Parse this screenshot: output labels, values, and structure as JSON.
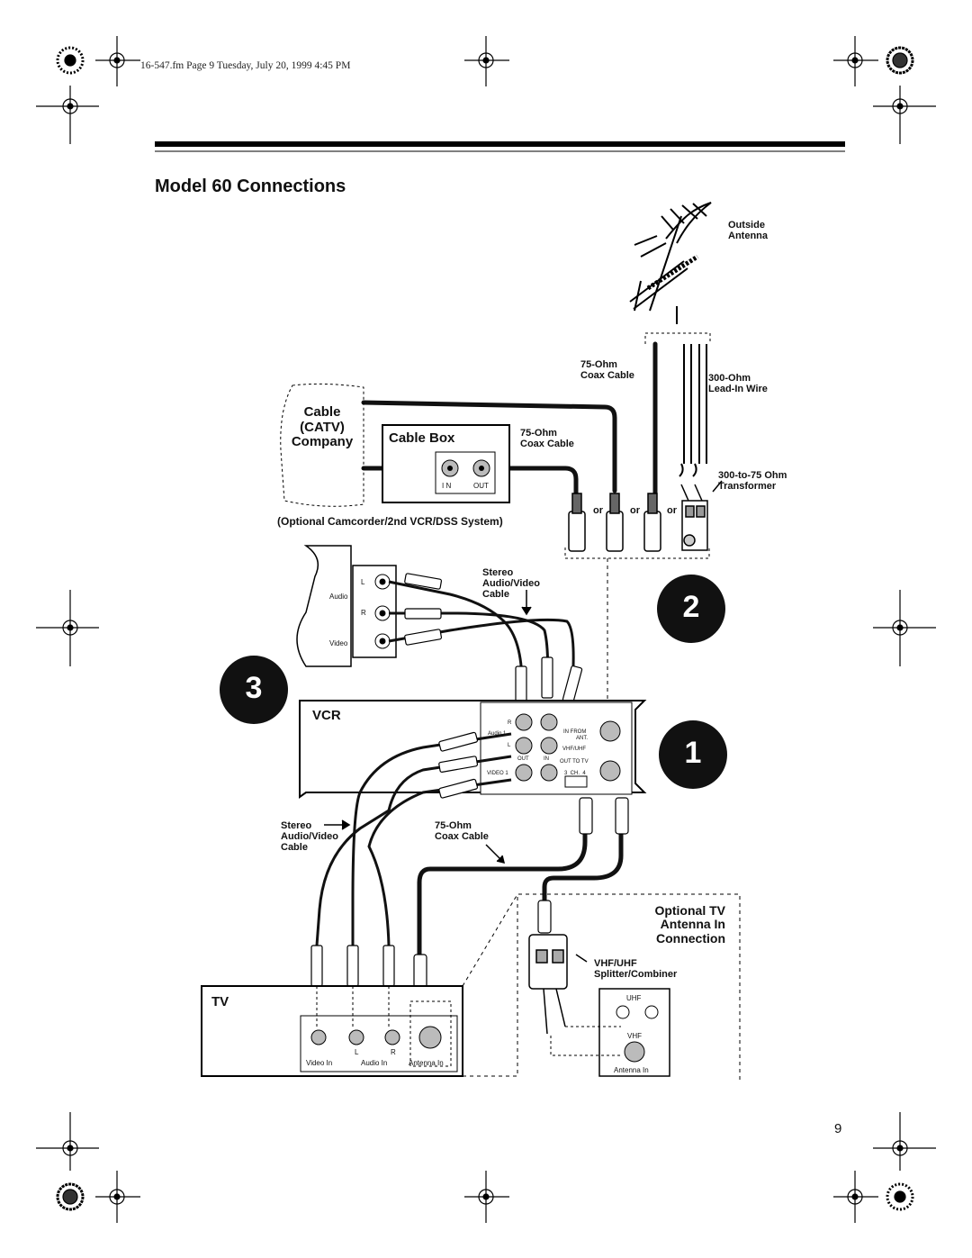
{
  "header": {
    "print_info": "16-547.fm Page 9 Tuesday, July 20, 1999 4:45 PM"
  },
  "title": "Model 60 Connections",
  "page_number": "9",
  "steps": [
    "3",
    "2",
    "1"
  ],
  "labels": {
    "outside_antenna": [
      "Outside",
      "Antenna"
    ],
    "coax_top": [
      "75-Ohm",
      "Coax Cable"
    ],
    "lead_in": [
      "300-Ohm",
      "Lead-In Wire"
    ],
    "cable_company": [
      "Cable",
      "(CATV)",
      "Company"
    ],
    "cable_box": "Cable Box",
    "coax_box": [
      "75-Ohm",
      "Coax Cable"
    ],
    "transformer": [
      "300-to-75 Ohm",
      "Transformer"
    ],
    "box_in": "I N",
    "box_out": "OUT",
    "or": "or",
    "optional_system": "(Optional Camcorder/2nd VCR/DSS System)",
    "cam_audio": "Audio",
    "cam_video": "Video",
    "cam_l": "L",
    "cam_r": "R",
    "stereo_av_top": [
      "Stereo",
      "Audio/Video",
      "Cable"
    ],
    "vcr": "VCR",
    "vcr_r": "R",
    "vcr_l": "L",
    "vcr_audio1": "Audio 1",
    "vcr_video1": "VIDEO 1",
    "vcr_out": "OUT",
    "vcr_in": "IN",
    "vcr_in_from": [
      "IN FROM",
      "ANT."
    ],
    "vcr_vhfuhf": "VHF/UHF",
    "vcr_out_to_tv": "OUT TO TV",
    "vcr_ch": "3  CH.  4",
    "stereo_av_bottom": [
      "Stereo",
      "Audio/Video",
      "Cable"
    ],
    "coax_bottom": [
      "75-Ohm",
      "Coax Cable"
    ],
    "optional_tv": [
      "Optional TV",
      "Antenna In",
      "Connection"
    ],
    "splitter": [
      "VHF/UHF",
      "Splitter/Combiner"
    ],
    "tv": "TV",
    "tv_l": "L",
    "tv_r": "R",
    "tv_video_in": "Video In",
    "tv_audio_in": "Audio In",
    "tv_antenna_in": "Antenna In",
    "uhf": "UHF",
    "vhf": "VHF",
    "antenna_in": "Antenna In"
  }
}
